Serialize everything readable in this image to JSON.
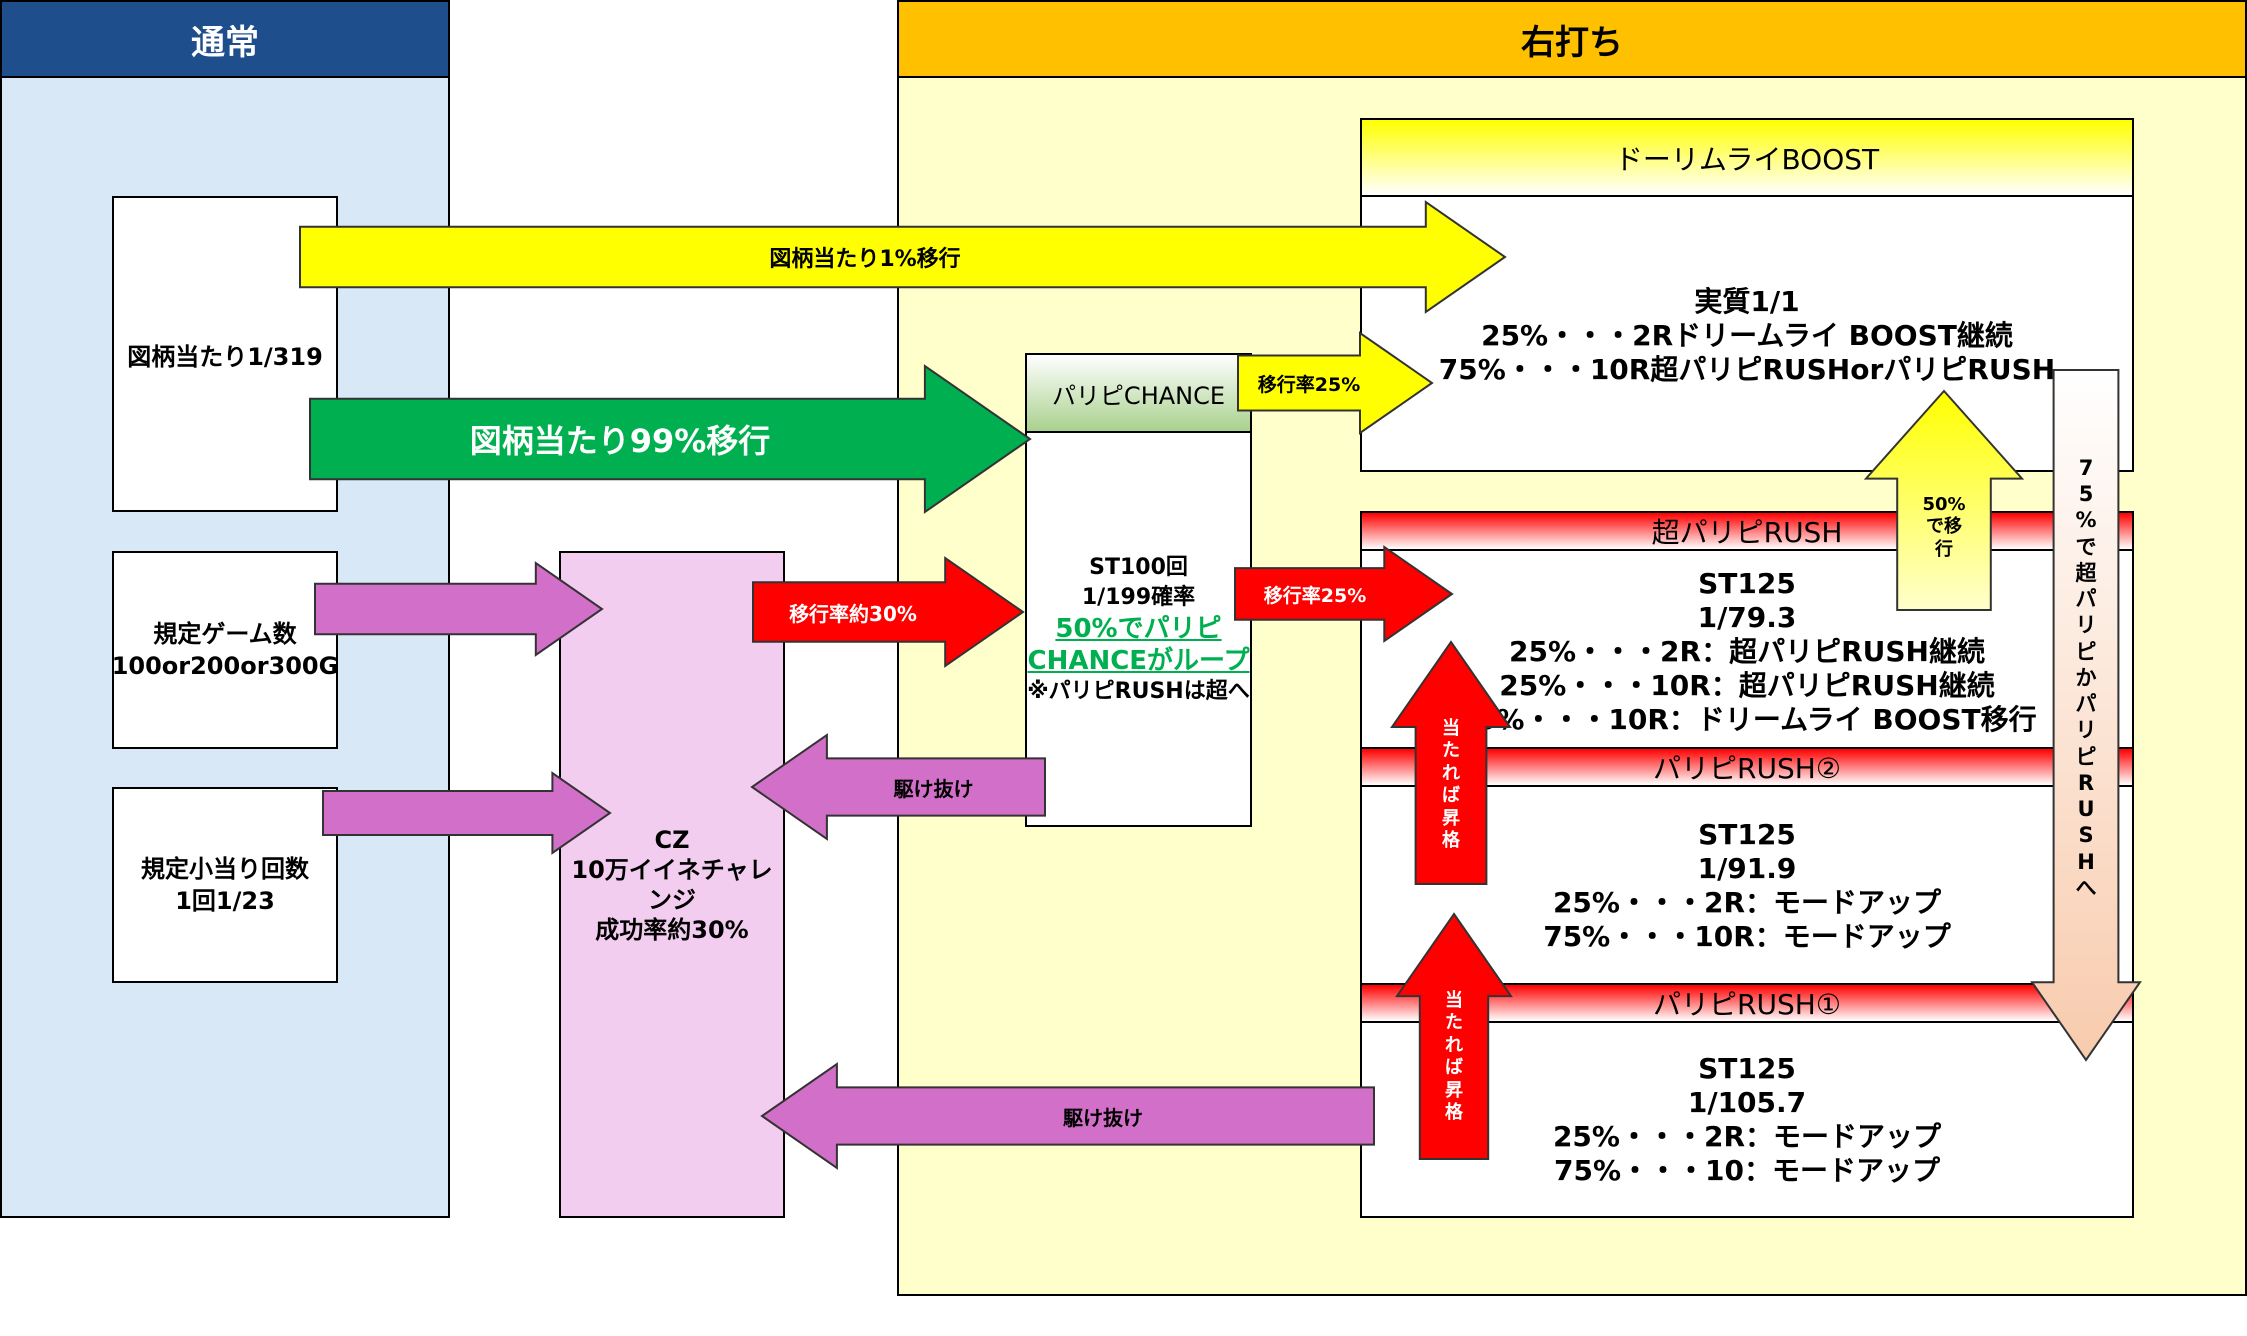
{
  "sections": {
    "normal": {
      "title": "通常"
    },
    "right": {
      "title": "右打ち"
    }
  },
  "triggers": {
    "zugara": "図柄当たり1/319",
    "kitei_game": [
      "規定ゲーム数",
      "100or200or300G"
    ],
    "kitei_koatari": [
      "規定小当り回数",
      "1回1/23"
    ]
  },
  "cz": {
    "lines": [
      "CZ",
      "10万イイネチャレ",
      "ンジ",
      "成功率約30%"
    ]
  },
  "chance": {
    "title": "パリピCHANCE",
    "lines": [
      "ST100回",
      "1/199確率"
    ],
    "loop_lines": [
      "50%でパリピ",
      "CHANCEがループ"
    ],
    "note": "※パリピRUSHは超へ"
  },
  "boost": {
    "title": "ドーリムライBOOST",
    "lines": [
      "実質1/1",
      "25%・・・2Rドリームライ BOOST継続",
      "75%・・・10R超パリピRUSHorパリピRUSH"
    ]
  },
  "super_rush": {
    "title": "超パリピRUSH",
    "lines": [
      "ST125",
      "1/79.3",
      "25%・・・2R：超パリピRUSH継続",
      "25%・・・10R：超パリピRUSH継続",
      "50%・・・10R：ドリームライ BOOST移行"
    ]
  },
  "rush2": {
    "title": "パリピRUSH②",
    "lines": [
      "ST125",
      "1/91.9",
      "25%・・・2R：モードアップ",
      "75%・・・10R：モードアップ"
    ]
  },
  "rush1": {
    "title": "パリピRUSH①",
    "lines": [
      "ST125",
      "1/105.7",
      "25%・・・2R：モードアップ",
      "75%・・・10：モードアップ"
    ]
  },
  "arrows": {
    "zugara_1": "図柄当たり1%移行",
    "zugara_99": "図柄当たり99%移行",
    "ikouritsu_30": "移行率約30%",
    "kakenuke_1": "駆け抜け",
    "kakenuke_2": "駆け抜け",
    "ikouritsu_25a": "移行率25%",
    "ikouritsu_25b": "移行率25%",
    "up_50": [
      "50%",
      "で移",
      "行"
    ],
    "shoukaku_1": [
      "当",
      "た",
      "れ",
      "ば",
      "昇",
      "格"
    ],
    "shoukaku_2": [
      "当",
      "た",
      "れ",
      "ば",
      "昇",
      "格"
    ],
    "down_75": [
      "7",
      "5",
      "%",
      "で",
      "超",
      "パ",
      "リ",
      "ピ",
      "か",
      "パ",
      "リ",
      "ピ",
      "R",
      "U",
      "S",
      "H",
      "へ"
    ]
  },
  "colors": {
    "normal_header": "#1f4e8c",
    "normal_bg": "#d9e8f6",
    "right_header": "#ffc000",
    "right_bg": "#ffffcc",
    "cz_bg": "#f2cdef",
    "yellow_arrow": "#ffff00",
    "green_arrow": "#00b050",
    "pink_arrow": "#d26fc8",
    "red_arrow": "#ff0000",
    "loop_text": "#00b050"
  }
}
